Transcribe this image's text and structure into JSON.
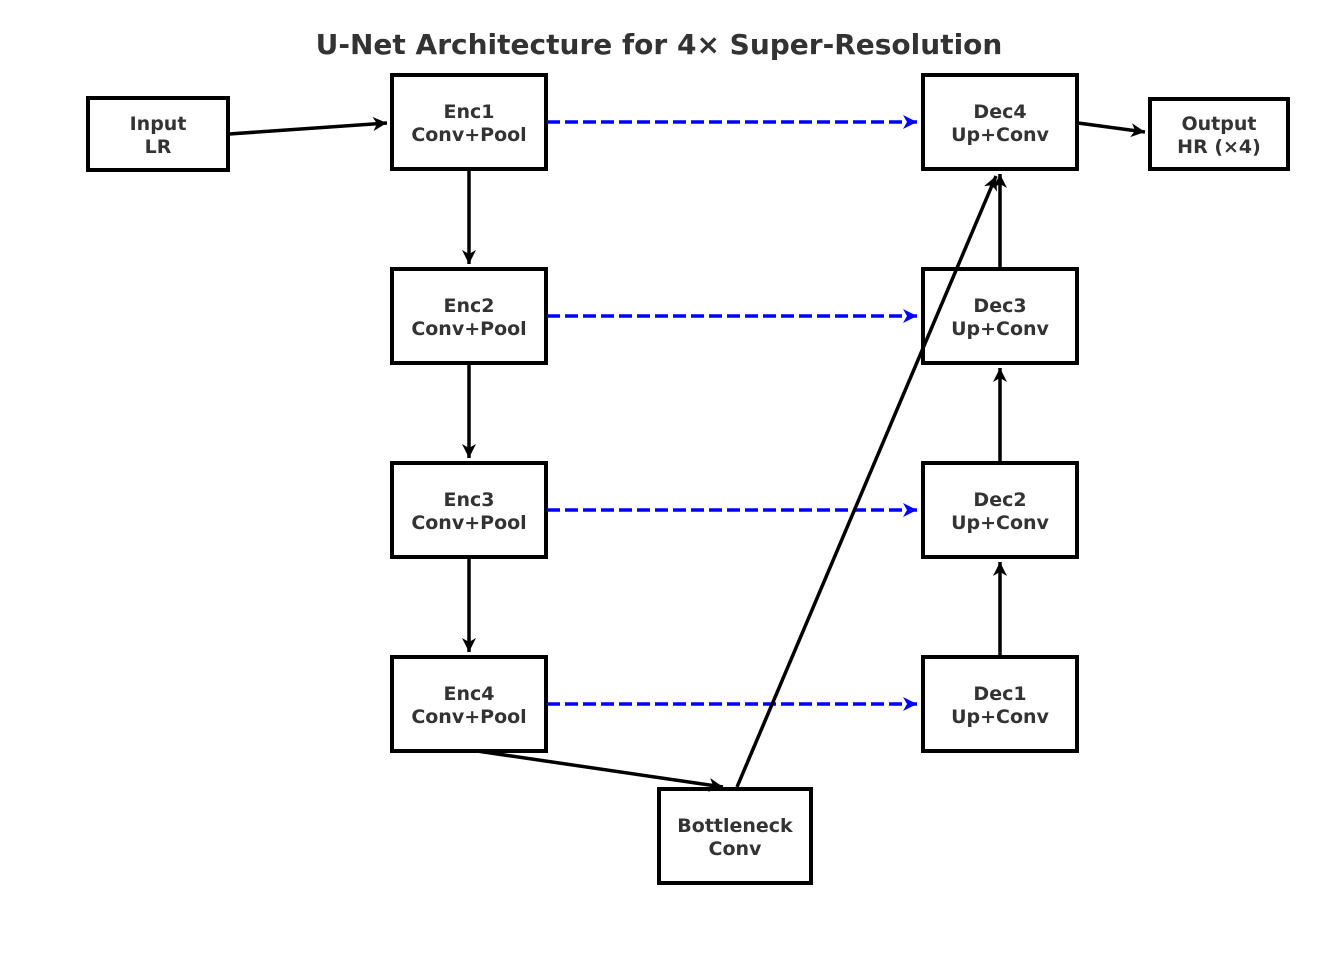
{
  "title": "U-Net Architecture for 4× Super-Resolution",
  "colors": {
    "skip_connection": "#0000ff",
    "flow_arrow": "#000000",
    "box_border": "#000000",
    "box_fill": "#ffffff",
    "label_text": "#333333",
    "background": "#ffffff"
  },
  "nodes": {
    "input": {
      "line1": "Input",
      "line2": "LR"
    },
    "enc1": {
      "line1": "Enc1",
      "line2": "Conv+Pool"
    },
    "enc2": {
      "line1": "Enc2",
      "line2": "Conv+Pool"
    },
    "enc3": {
      "line1": "Enc3",
      "line2": "Conv+Pool"
    },
    "enc4": {
      "line1": "Enc4",
      "line2": "Conv+Pool"
    },
    "bottleneck": {
      "line1": "Bottleneck",
      "line2": "Conv"
    },
    "dec1": {
      "line1": "Dec1",
      "line2": "Up+Conv"
    },
    "dec2": {
      "line1": "Dec2",
      "line2": "Up+Conv"
    },
    "dec3": {
      "line1": "Dec3",
      "line2": "Up+Conv"
    },
    "dec4": {
      "line1": "Dec4",
      "line2": "Up+Conv"
    },
    "output": {
      "line1": "Output",
      "line2": "HR (×4)"
    }
  }
}
